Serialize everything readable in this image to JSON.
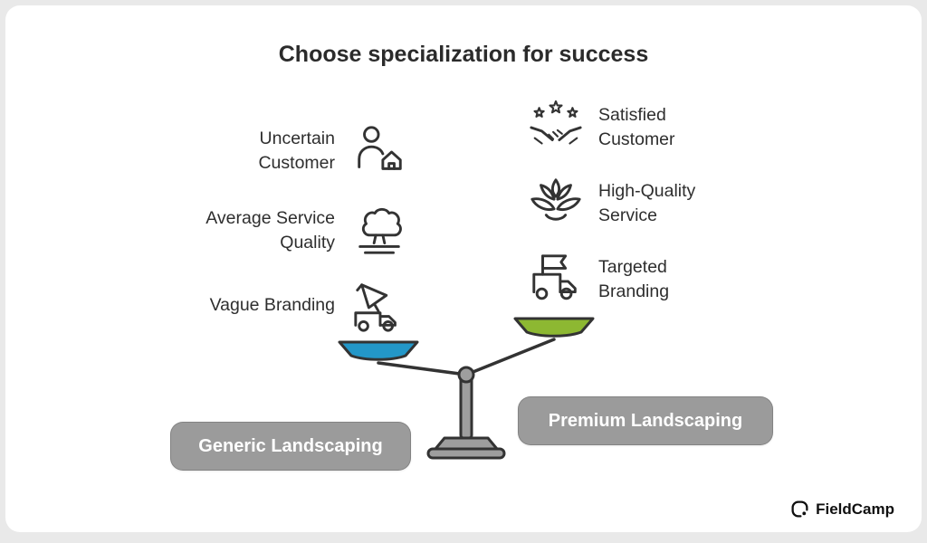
{
  "title": "Choose specialization for success",
  "left_items": [
    {
      "label": "Uncertain\nCustomer",
      "icon": "uncertain-customer"
    },
    {
      "label": "Average Service\nQuality",
      "icon": "average-service-quality"
    },
    {
      "label": "Vague Branding",
      "icon": "vague-branding"
    }
  ],
  "right_items": [
    {
      "label": "Satisfied\nCustomer",
      "icon": "satisfied-customer"
    },
    {
      "label": "High-Quality\nService",
      "icon": "high-quality-service"
    },
    {
      "label": "Targeted\nBranding",
      "icon": "targeted-branding"
    }
  ],
  "scale": {
    "left_label": "Generic Landscaping",
    "right_label": "Premium Landscaping"
  },
  "brand": {
    "name": "FieldCamp"
  },
  "colors": {
    "blue_pan": "#2397c8",
    "green_pan": "#8db832",
    "pill_bg": "#9b9b9b",
    "pill_text": "#ffffff",
    "ink": "#2e2e2e",
    "scale_gray": "#9e9e9e"
  }
}
